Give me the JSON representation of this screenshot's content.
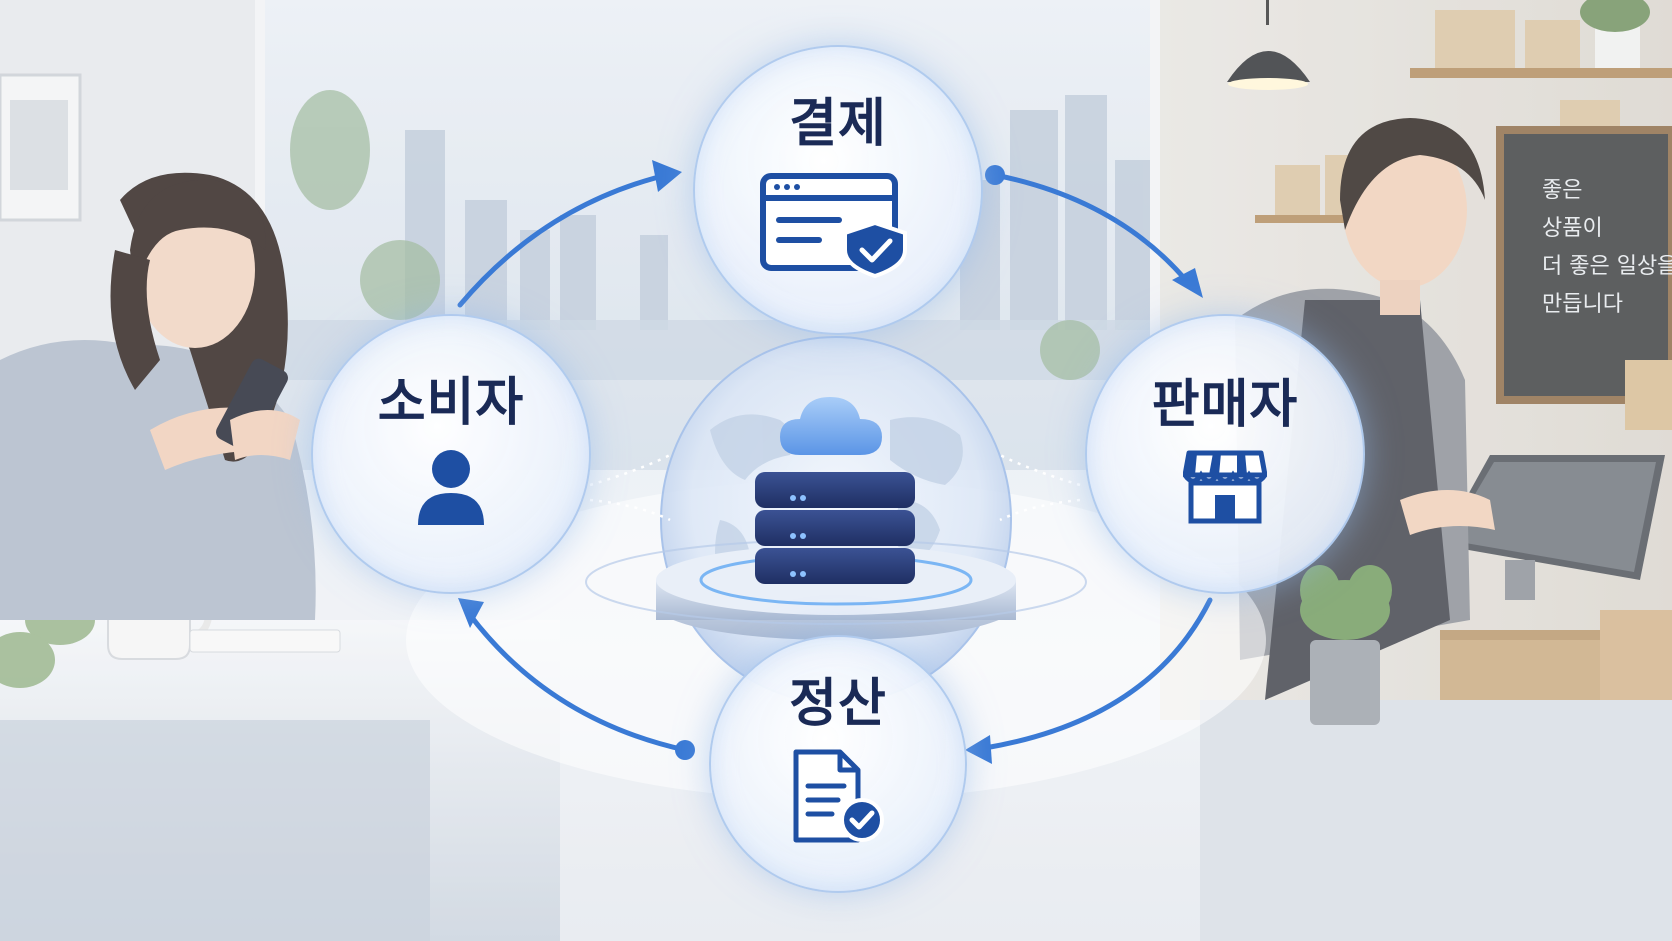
{
  "nodes": {
    "consumer": {
      "label": "소비자",
      "icon": "person-icon"
    },
    "payment": {
      "label": "결제",
      "icon": "secure-payment-window-icon"
    },
    "seller": {
      "label": "판매자",
      "icon": "storefront-icon"
    },
    "settlement": {
      "label": "정산",
      "icon": "document-check-icon"
    }
  },
  "center": {
    "icon": "cloud-server-stack-icon"
  },
  "chalkboard": {
    "lines": [
      "좋은",
      "상품이",
      "더 좋은 일상을",
      "만듭니다"
    ]
  },
  "colors": {
    "node_text": "#1a2a56",
    "icon_blue": "#1e4fa3",
    "arrow_blue": "#3a7ad5",
    "server_navy": "#2a3f78"
  }
}
